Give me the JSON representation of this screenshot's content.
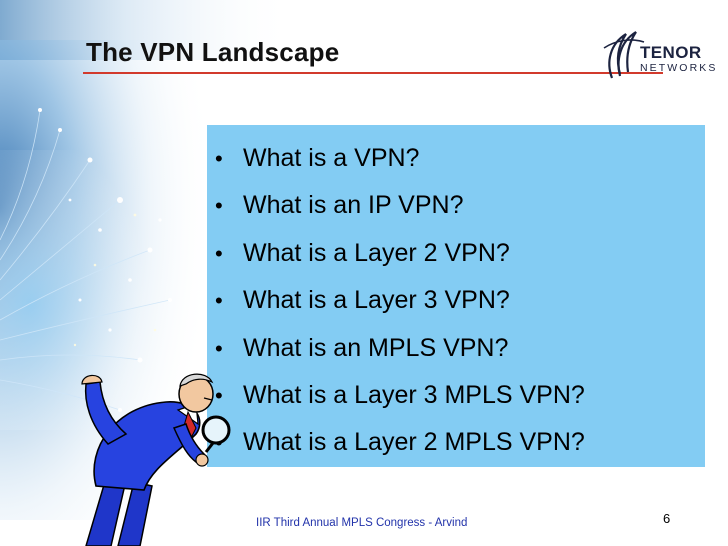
{
  "slide": {
    "title": "The VPN Landscape",
    "bullets": [
      "What is a VPN?",
      "What is an IP VPN?",
      "What is a Layer 2 VPN?",
      "What is a Layer 3 VPN?",
      "What is an MPLS VPN?",
      "What is a Layer 3 MPLS VPN?",
      "What is a Layer 2 MPLS VPN?"
    ],
    "footer": "IIR Third  Annual MPLS Congress - Arvind",
    "page_number": "6"
  },
  "logo": {
    "line1": "TENOR",
    "line2": "NETWORKS"
  },
  "colors": {
    "bullet_box": "#83ccf3",
    "title_rule": "#d23a2c",
    "footer_text": "#2233aa",
    "logo_text": "#1c2340"
  }
}
